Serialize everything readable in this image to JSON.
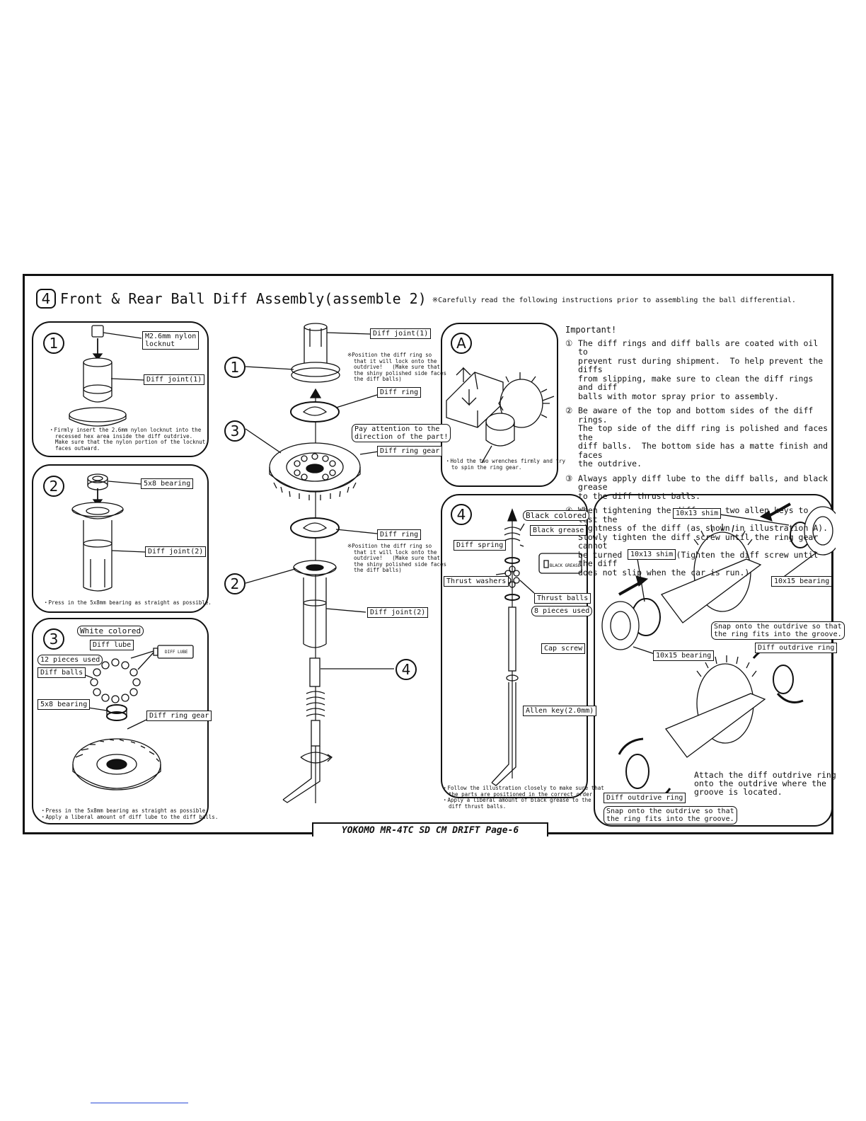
{
  "header": {
    "step_number": "4",
    "title": "Front & Rear Ball Diff Assembly(assemble 2)",
    "note": "※Carefully read the following instructions prior to assembling the ball differential."
  },
  "panel1": {
    "number": "1",
    "labels": {
      "locknut": "M2.6mm nylon\nlocknut",
      "diff_joint": "Diff joint(1)"
    },
    "note": "・Firmly insert the 2.6mm nylon locknut into the\n  recessed hex area inside the diff outdrive.\n  Make sure that the nylon portion of the locknut\n  faces outward."
  },
  "panel2": {
    "number": "2",
    "labels": {
      "bearing": "5x8 bearing",
      "diff_joint": "Diff joint(2)"
    },
    "note": "・Press in the 5x8mm bearing as straight as possible."
  },
  "panel3": {
    "number": "3",
    "labels": {
      "white_colored": "White colored",
      "diff_lube": "Diff lube",
      "pieces": "12 pieces used",
      "diff_balls": "Diff balls",
      "bearing": "5x8 bearing",
      "ring_gear": "Diff ring gear",
      "tube": "DIFF LUBE"
    },
    "note": "・Press in the 5x8mm bearing as straight as possible.\n・Apply a liberal amount of diff lube to the diff balls."
  },
  "center": {
    "numbers": [
      "1",
      "3",
      "2",
      "4"
    ],
    "labels": {
      "diff_joint_1": "Diff joint(1)",
      "diff_ring_top": "Diff ring",
      "attention": "Pay attention to the\ndirection of the part!",
      "ring_gear": "Diff ring gear",
      "diff_ring_bottom": "Diff ring",
      "diff_joint_2": "Diff joint(2)"
    },
    "note_top": "※Position the diff ring so\n  that it will lock onto the\n  outdrive!   (Make sure that\n  the shiny polished side faces\n  the diff balls)",
    "note_bottom": "※Position the diff ring so\n  that it will lock onto the\n  outdrive!   (Make sure that\n  the shiny polished side faces\n  the diff balls)"
  },
  "panelA": {
    "letter": "A",
    "note": "・Hold the two wrenches firmly and try\n  to spin the ring gear."
  },
  "important": {
    "heading": "Important!",
    "items": [
      {
        "num": "①",
        "text": "The diff rings and diff balls are coated with oil to\nprevent rust during shipment.  To help prevent the diffs\nfrom slipping, make sure to clean the diff rings and diff\nballs with motor spray prior to assembly."
      },
      {
        "num": "②",
        "text": "Be aware of the top and bottom sides of the diff rings.\nThe top side of the diff ring is polished and faces the\ndiff balls.  The bottom side has a matte finish and faces\nthe outdrive."
      },
      {
        "num": "③",
        "text": "Always apply diff lube to the diff balls, and black grease\nto the diff thrust balls."
      },
      {
        "num": "④",
        "text": "When tightening the diff, use two allen keys to test the\ntightness of the diff (as shown in illustration A).\nSlowly tighten the diff screw until the ring gear cannot\nbe turned by hand.  (Tighten the diff screw until the diff\ndoes not slip when the car is run.)"
      }
    ]
  },
  "panel4": {
    "number": "4",
    "labels": {
      "black_colored": "Black colored",
      "black_grease": "Black grease",
      "diff_spring": "Diff spring",
      "grease_tube": "BLACK GREASE",
      "thrust_washers": "Thrust washers",
      "thrust_balls": "Thrust balls",
      "pieces": "8 pieces used",
      "cap_screw": "Cap screw",
      "allen_key": "Allen key(2.0mm)"
    },
    "note": "・Follow the illustration closely to make sure that\n  the parts are positioned in the correct order.\n・Apply a liberal amount of black grease to the\n  diff thrust balls."
  },
  "panelB": {
    "labels": {
      "shim_top": "10x13 shim",
      "shim_left": "10x13 shim",
      "bearing_right": "10x15 bearing",
      "bearing_left": "10x15 bearing",
      "snap_top": "Snap onto the outdrive so that\nthe ring fits into the groove.",
      "outdrive_ring_top": "Diff outdrive ring",
      "attach_note": "Attach the diff outdrive ring\nonto the outdrive where the\ngroove is located.",
      "outdrive_ring_bottom": "Diff outdrive ring",
      "snap_bottom": "Snap onto the outdrive so that\nthe ring fits into the groove."
    }
  },
  "footer": {
    "text": "YOKOMO MR-4TC SD CM DRIFT    Page-6"
  }
}
